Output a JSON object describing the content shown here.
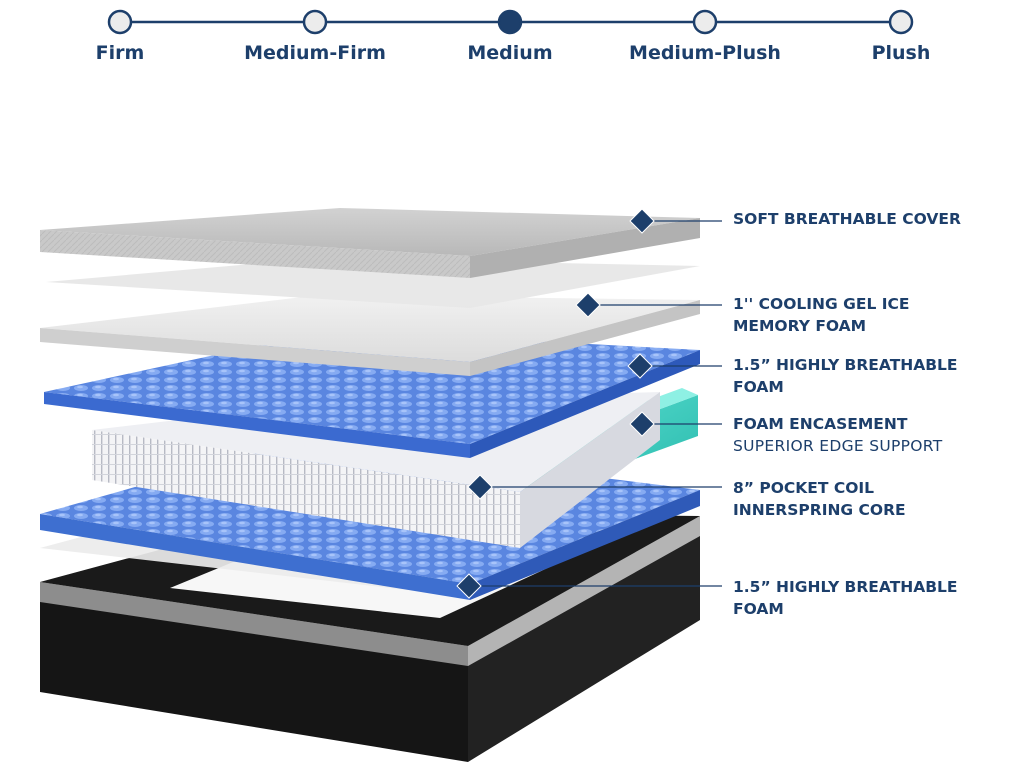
{
  "accent_color": "#1d3f6b",
  "firmness_scale": {
    "labels": [
      "Firm",
      "Medium-Firm",
      "Medium",
      "Medium-Plush",
      "Plush"
    ],
    "selected": "Medium"
  },
  "layers": [
    {
      "line1": "SOFT BREATHABLE COVER",
      "line2": ""
    },
    {
      "line1": "1'' COOLING GEL ICE",
      "line2": "MEMORY FOAM"
    },
    {
      "line1": "1.5” HIGHLY BREATHABLE",
      "line2": "FOAM"
    },
    {
      "line1": "FOAM ENCASEMENT",
      "line2": "SUPERIOR EDGE SUPPORT"
    },
    {
      "line1": "8” POCKET COIL",
      "line2": "INNERSPRING CORE"
    },
    {
      "line1": "1.5” HIGHLY BREATHABLE",
      "line2": "FOAM"
    }
  ]
}
